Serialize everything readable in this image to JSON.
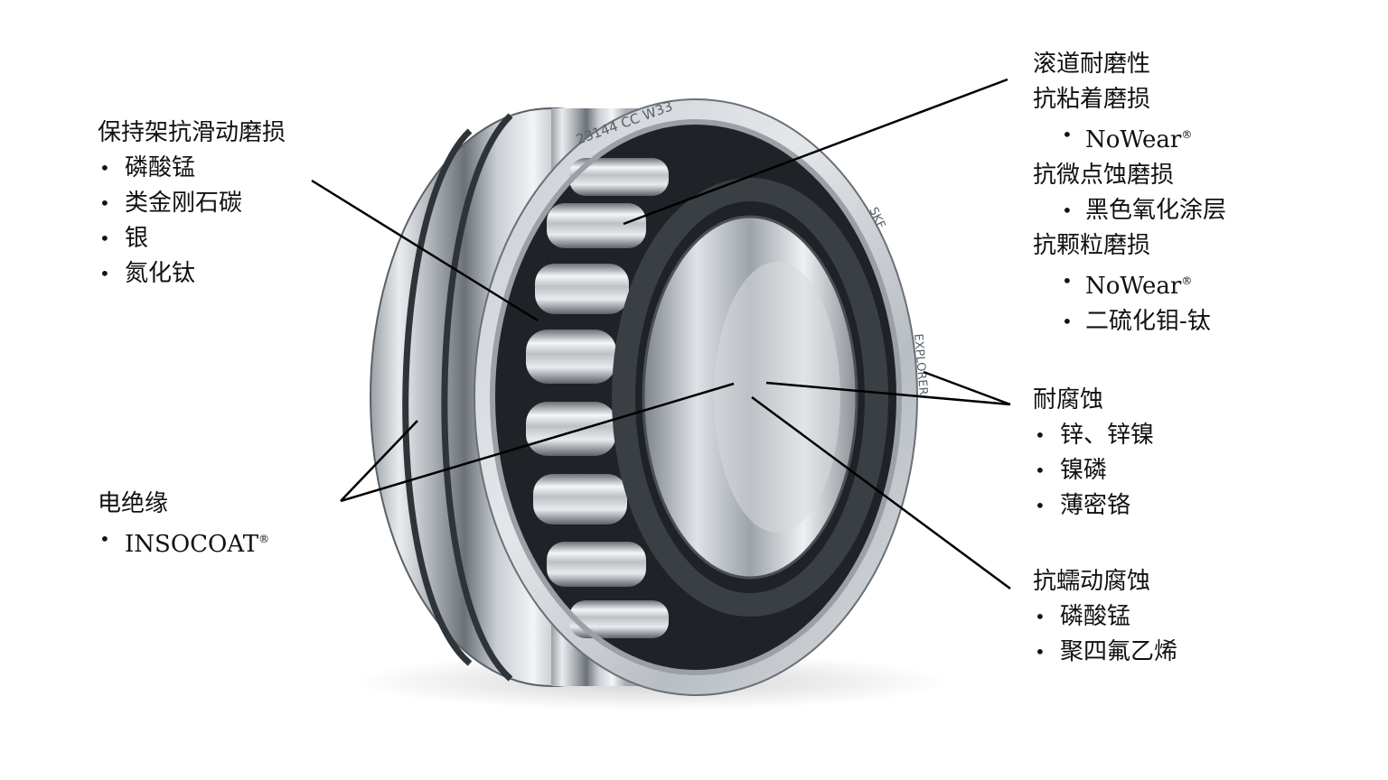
{
  "bearing": {
    "marking_model": "23144 CC W33",
    "marking_brand": "SKF",
    "marking_series": "EXPLORER"
  },
  "callouts": {
    "cage": {
      "title": "保持架抗滑动磨损",
      "items": [
        "磷酸锰",
        "类金刚石碳",
        "银",
        "氮化钛"
      ]
    },
    "raceway": {
      "title": "滚道耐磨性",
      "sub1": "抗粘着磨损",
      "sub1_item": "NoWear",
      "sub2": "抗微点蚀磨损",
      "sub2_item": "黑色氧化涂层",
      "sub3": "抗颗粒磨损",
      "sub3_item1": "NoWear",
      "sub3_item2": "二硫化钼-钛"
    },
    "electrical": {
      "title": "电绝缘",
      "item": "INSOCOAT"
    },
    "corrosion": {
      "title": "耐腐蚀",
      "items": [
        "锌、锌镍",
        "镍磷",
        "薄密铬"
      ]
    },
    "fretting": {
      "title": "抗蠕动腐蚀",
      "items": [
        "磷酸锰",
        "聚四氟乙烯"
      ]
    },
    "registered_mark": "®"
  }
}
